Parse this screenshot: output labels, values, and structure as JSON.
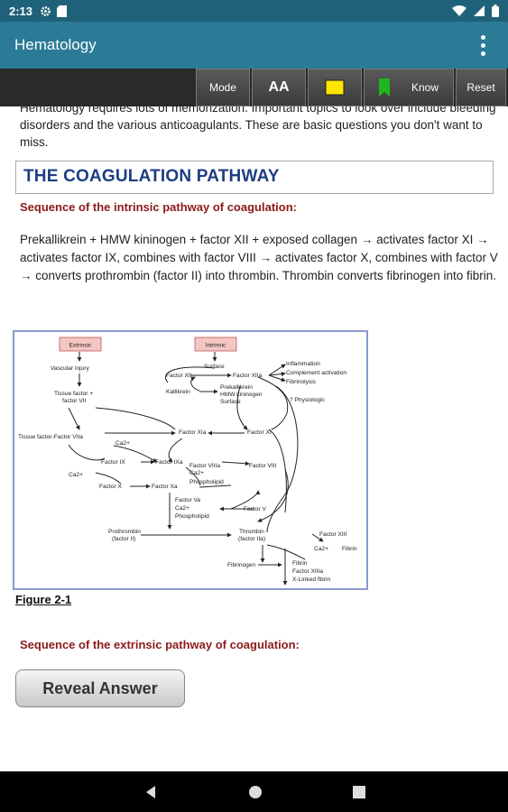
{
  "status_bar": {
    "time": "2:13"
  },
  "app_bar": {
    "title": "Hematology"
  },
  "toolbar": {
    "mode": "Mode",
    "font_size": "AA",
    "know": "Know",
    "reset": "Reset"
  },
  "content": {
    "intro_text": "Hematology requires lots of memorization. Important topics to look over include bleeding disorders and the various anticoagulants. These are basic questions you don't want to miss.",
    "section_title": "THE COAGULATION PATHWAY",
    "question_1": "Sequence of the intrinsic pathway of coagulation:",
    "answer_1": "Prekallikrein + HMW kininogen + factor XII + exposed collagen → activates factor XI → activates factor IX, combines with factor VIII → activates factor X, combines with factor V → converts prothrombin (factor II) into thrombin. Thrombin converts fibrinogen into fibrin.",
    "figure_caption": "Figure 2-1",
    "question_2": "Sequence of the extrinsic pathway of coagulation:",
    "reveal_button": "Reveal Answer"
  },
  "figure": {
    "extrinsic": "Extrinsic",
    "intrinsic": "Intrinsic",
    "vascular_injury": "Vascular injury",
    "tissue_factor": "Tissue factor +",
    "factor_vii": "factor VII",
    "surface": "Surface",
    "factor_xii": "Factor XII",
    "factor_xiia": "Factor XIIa",
    "inflammation": "Inflammation",
    "complement": "Complement activation",
    "fibrinolysis": "Fibrinolysis",
    "kallikrein": "Kallikrein",
    "prekallikrein": "Prekallikrein",
    "hmw_kininogen": "HMW kininogen",
    "surface2": "Surface",
    "physiologic": "? Physiologic",
    "tf_factor_viia": "Tissue factor-Factor VIIa",
    "ca_1": "Ca2+",
    "factor_xia": "Factor XIa",
    "factor_xi": "Factor XI",
    "factor_ix": "Factor IX",
    "factor_ixa": "Factor IXa",
    "factor_viiia": "Factor VIIIa",
    "factor_viii": "Factor VIII",
    "ca_2": "Ca2+",
    "ca_3": "Ca2+",
    "phospholipid_1": "Phospholipid",
    "factor_x": "Factor X",
    "factor_xa": "Factor Xa",
    "factor_va": "Factor Va",
    "ca_4": "Ca2+",
    "phospholipid_2": "Phospholipid",
    "factor_v": "Factor V",
    "prothrombin": "Prothrombin",
    "factor_ii": "(factor II)",
    "thrombin": "Thrombin",
    "factor_iia": "(factor IIa)",
    "factor_xiii": "Factor XIII",
    "ca_5": "Ca2+",
    "fibrin_1": "Fibrin",
    "fibrinogen": "Fibrinogen",
    "fibrin_2": "Fibrin",
    "factor_xiiia": "Factor XIIIa",
    "x_linked_fibrin": "X-Linked fibrin"
  }
}
